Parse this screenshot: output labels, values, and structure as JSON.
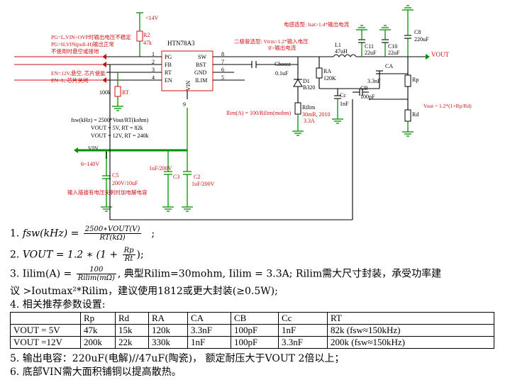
{
  "schematic": {
    "ic": {
      "name": "HTN78A3",
      "pins_left": [
        {
          "num": "1",
          "name": "PG"
        },
        {
          "num": "2",
          "name": "FB"
        },
        {
          "num": "3",
          "name": "RT"
        },
        {
          "num": "4",
          "name": "EN"
        }
      ],
      "pins_right": [
        {
          "num": "8",
          "name": "SW"
        },
        {
          "num": "7",
          "name": "BST"
        },
        {
          "num": "6",
          "name": "GND"
        },
        {
          "num": "5",
          "name": "ILIM"
        }
      ],
      "pad_label": "VIN",
      "pin9": "9"
    },
    "supply_14v": "<14V",
    "r2": {
      "ref": "R2",
      "value": "47k"
    },
    "rt": {
      "ref": "RT",
      "value": "100k"
    },
    "pg_note": [
      "PG=L,VIN<OVP时输出电压不稳定",
      "PG=H,VIN(pull-H)输出正常",
      "不使用时悬空或接地"
    ],
    "en_note": [
      "EN=12V,悬空, 芯片使能",
      "EN=L, 芯片关闭"
    ],
    "fsw_formula": [
      "fsw(kHz) = 2500*Vout/RT(kohm)",
      "VOUT = 5V, RT = 82k",
      "VOUT = 12V, RT = 240k"
    ],
    "vin": {
      "label": "VIN",
      "range": "6~140V"
    },
    "c5": {
      "ref": "C5",
      "value": "200V/10uF"
    },
    "c3": {
      "ref": "C3",
      "value": "1uF/200V"
    },
    "c2": {
      "ref": "C2",
      "value": "1uF/200V"
    },
    "input_note": "输入插拔有电压尖刺时加电解电容",
    "diode_note": [
      "二极管选型: Vrrm>1.2*输入电压",
      "If>输出电流"
    ],
    "inductor_note": "电感选型: Isat>1.4*输出电流",
    "cboot": {
      "ref": "Cboost",
      "value": "0.1uF"
    },
    "d1": {
      "ref": "D1",
      "value": "B320"
    },
    "ra": {
      "ref": "RA",
      "value": "120K"
    },
    "l1": {
      "ref": "L1",
      "value": "47uH"
    },
    "c11": {
      "ref": "C11",
      "value": "22uF"
    },
    "c10": {
      "ref": "C10",
      "value": "22uF"
    },
    "c8": {
      "ref": "C8",
      "value": "220uF"
    },
    "ca": {
      "ref": "CA",
      "value": "3.3nF"
    },
    "cb": {
      "ref": "CB",
      "value": "100pF"
    },
    "cc": {
      "ref": "Cc",
      "value": "1nF"
    },
    "rp": {
      "ref": "Rp"
    },
    "rd": {
      "ref": "Rd"
    },
    "rilim": {
      "ref": "Rilim",
      "value": "30mR, 2010"
    },
    "ilim_formula": [
      "Ilim(A) = 100/Rilim(mohm)",
      "3.3A"
    ],
    "vout_label": "VOUT",
    "vout_formula": "Vout = 1.2*(1+Rp/Rd)"
  },
  "notes": {
    "n1_prefix": "1. ",
    "n1_lhs": "fsw(kHz) = ",
    "n1_num": "2500∗VOUT(V)",
    "n1_den": "RT(kΩ)",
    "n1_suffix": ";",
    "n2_prefix": "2. ",
    "n2_lhs": "VOUT = 1.2 ∗ (1 + ",
    "n2_num": "Rp",
    "n2_den": "Rt",
    "n2_suffix": ");",
    "n3_prefix": "3. Iilim(A) = ",
    "n3_num": "100",
    "n3_den": "Rilim(mΩ)",
    "n3_text": ", 典型Rilim=30mohm, Iilim = 3.3A; Rilim需大尺寸封装，承受功率建",
    "n3_cont": "议 >Ioutmax²*Rilim，建议使用1812或更大封装(≥0.5W);",
    "n4": "4. 相关推荐参数设置:",
    "n5": "5. 输出电容：220uF(电解)//47uF(陶瓷)，  额定耐压大于VOUT 2倍以上；",
    "n6": "6. 底部VIN需大面积铺铜以提高散热。"
  },
  "table": {
    "headers": [
      "",
      "Rp",
      "Rd",
      "RA",
      "CA",
      "CB",
      "Cc",
      "RT"
    ],
    "rows": [
      [
        "VOUT = 5V",
        "47k",
        "15k",
        "120k",
        "3.3nF",
        "100pF",
        "1nF",
        "82k (fsw≈150kHz)"
      ],
      [
        "VOUT =12V",
        "200k",
        "22k",
        "330k",
        "1nF",
        "100pF",
        "3.3nF",
        "200k (fsw≈150kHz)"
      ]
    ]
  }
}
